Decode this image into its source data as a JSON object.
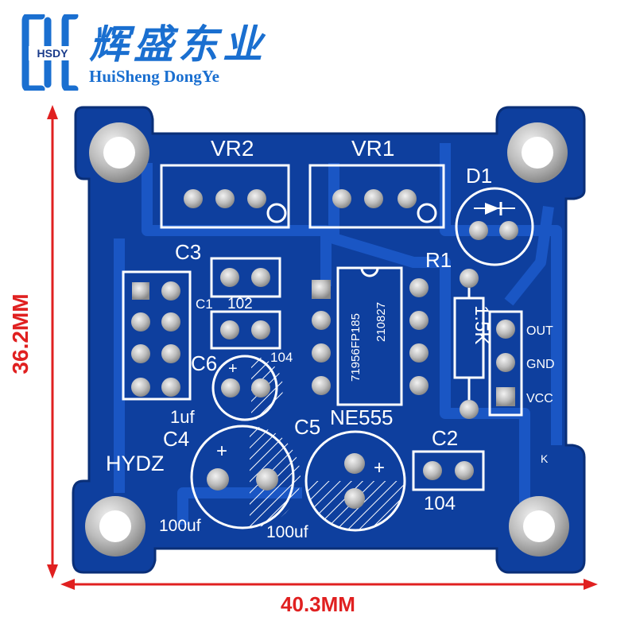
{
  "brand": {
    "logo_text": "HSDY",
    "name_cn": "辉盛东业",
    "name_en": "HuiSheng DongYe"
  },
  "dimensions": {
    "height": "36.2MM",
    "width": "40.3MM"
  },
  "silkscreen": {
    "vr2": "VR2",
    "vr1": "VR1",
    "d1": "D1",
    "c3": "C3",
    "c1": "C1",
    "c1_value": "102",
    "c3_value": "104",
    "r1": "R1",
    "r1_value": "1.5K",
    "ic_marking_1": "71956FP185",
    "ic_marking_2": "210827",
    "out": "OUT",
    "gnd": "GND",
    "vcc": "VCC",
    "c6": "C6",
    "c6_value": "1uf",
    "c4": "C4",
    "c5": "C5",
    "ne555": "NE555",
    "c2": "C2",
    "c2_value": "104",
    "hydz": "HYDZ",
    "c4_value": "100uf",
    "c5_value": "100uf",
    "k": "K",
    "plus": "+"
  },
  "colors": {
    "board": "#0e3f9e",
    "board_light": "#1a56c4",
    "silk": "#ffffff",
    "pad": "#c9c9c9",
    "brand": "#1a6fd0",
    "dimension": "#e02020"
  }
}
